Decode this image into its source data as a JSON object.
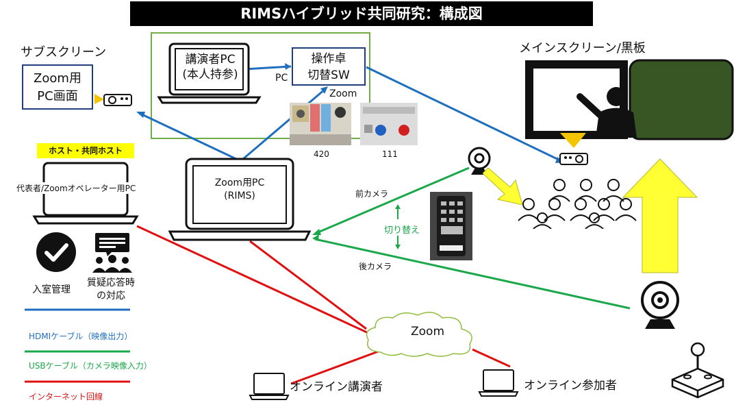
{
  "title": "RIMSハイブリッド共同研究：構成図",
  "sub_screen": {
    "label": "サブスクリーン",
    "box_line1": "Zoom用",
    "box_line2": "PC画面"
  },
  "main_screen": {
    "label": "メインスクリーン/黒板"
  },
  "speaker_pc": {
    "line1": "講演者PC",
    "line2": "(本人持参)"
  },
  "console": {
    "line1": "操作卓",
    "line2": "切替SW",
    "pc_label": "PC",
    "zoom_label": "Zoom"
  },
  "photos": {
    "left_caption": "420",
    "right_caption": "111"
  },
  "host": {
    "badge": "ホスト・共同ホスト",
    "pc_label": "代表者/Zoomオペレーター用PC"
  },
  "zoom_pc": {
    "line1": "Zoom用PC",
    "line2": "(RIMS)"
  },
  "cameras": {
    "front": "前カメラ",
    "back": "後カメラ",
    "switch": "切り替え"
  },
  "actions": {
    "entry": "入室管理",
    "qa_line1": "質疑応答時",
    "qa_line2": "の対応"
  },
  "cloud": {
    "label": "Zoom"
  },
  "online": {
    "speaker": "オンライン講演者",
    "participant": "オンライン参加者"
  },
  "legend": [
    {
      "label": "HDMIケーブル（映像出力）",
      "color": "#1e6fc0"
    },
    {
      "label": "USBケーブル（カメラ映像入力）",
      "color": "#1aa84a"
    },
    {
      "label": "インターネット回線",
      "color": "#e01010"
    }
  ],
  "colors": {
    "hdmi": "#1e6fc0",
    "usb": "#1aa84a",
    "net": "#e01010",
    "board": "#375623",
    "arrow": "#ffff33"
  }
}
